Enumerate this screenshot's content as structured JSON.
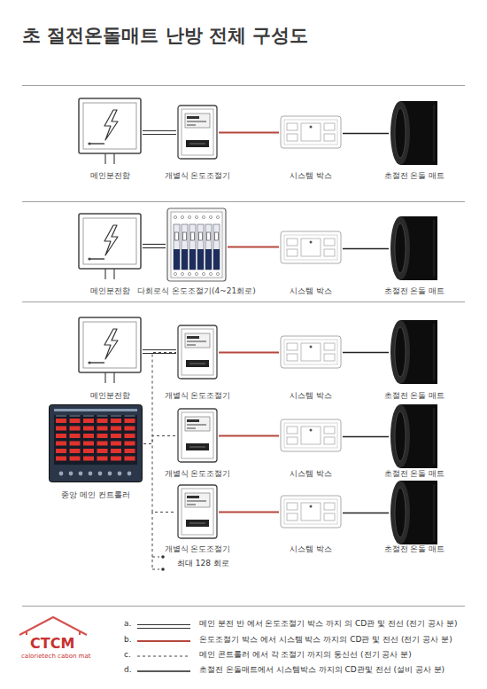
{
  "diagram": {
    "title": "초 절전온돌매트 난방 전체 구성도",
    "nodes": [
      {
        "text": [
          "메인분전함"
        ]
      },
      {
        "text": [
          "개별식 온도조절기"
        ]
      },
      {
        "text": [
          "시스템 박스"
        ]
      },
      {
        "text": [
          "초절전 온돌 매트"
        ]
      },
      {
        "text": [
          "메인분전함"
        ]
      },
      {
        "text": [
          "다회로식 온도조절기(4~21회로)"
        ]
      },
      {
        "text": [
          "시스템 박스"
        ]
      },
      {
        "text": [
          "초절전 온돌 매트"
        ]
      },
      {
        "text": [
          "메인분전함"
        ]
      },
      {
        "text": [
          "개별식 온도조절기"
        ]
      },
      {
        "text": [
          "시스템 박스"
        ]
      },
      {
        "text": [
          "초절전 온돌 매트"
        ]
      },
      {
        "text": [
          "중앙 메인 컨트롤러"
        ]
      },
      {
        "text": [
          "개별식 온도조절기"
        ]
      },
      {
        "text": [
          "시스템 박스"
        ]
      },
      {
        "text": [
          "초절전 온돌 매트"
        ]
      },
      {
        "text": [
          "개별식 온도조절기"
        ]
      },
      {
        "text": [
          "시스템 박스"
        ]
      },
      {
        "text": [
          "초절전 온돌 매트"
        ]
      }
    ],
    "edges": [
      {
        "from": 0,
        "to": 1,
        "arrow": "none"
      },
      {
        "from": 1,
        "to": 2,
        "arrow": "none"
      },
      {
        "from": 2,
        "to": 3,
        "arrow": "none"
      },
      {
        "from": 4,
        "to": 5,
        "arrow": "none"
      },
      {
        "from": 5,
        "to": 6,
        "arrow": "none"
      },
      {
        "from": 6,
        "to": 7,
        "arrow": "none"
      },
      {
        "from": 8,
        "to": 9,
        "arrow": "none"
      },
      {
        "from": 9,
        "to": 10,
        "arrow": "none"
      },
      {
        "from": 10,
        "to": 11,
        "arrow": "none"
      },
      {
        "from": 12,
        "to": 9,
        "arrow": "none"
      },
      {
        "from": 12,
        "to": 13,
        "arrow": "none"
      },
      {
        "from": 12,
        "to": 16,
        "arrow": "none"
      },
      {
        "from": 13,
        "to": 14,
        "arrow": "none"
      },
      {
        "from": 14,
        "to": 15,
        "arrow": "none"
      },
      {
        "from": 16,
        "to": 17,
        "arrow": "none"
      },
      {
        "from": 17,
        "to": 18,
        "arrow": "none"
      }
    ],
    "labels": [
      "최대 128 회로",
      "a.",
      "b.",
      "c.",
      "d.",
      "CTCM",
      "calorietech cabon mat"
    ],
    "legend": [
      {
        "text": "메인 분전 반 에서 온도조절기 박스 까지 의 CD관 및 전선 (전기 공사 분)"
      },
      {
        "text": "온도조절기 박스 에서 시스템 박스 까지의 CD관 및 전선 (전기 공사 분)"
      },
      {
        "text": "메인 콘트롤러 에서 각 조절기 까지의 통신선 (전기 공사 분)"
      },
      {
        "text": "초절전 온돌매트에서 시스템박스 까지의 CD관및 전선 (설비 공사 분)"
      }
    ]
  }
}
